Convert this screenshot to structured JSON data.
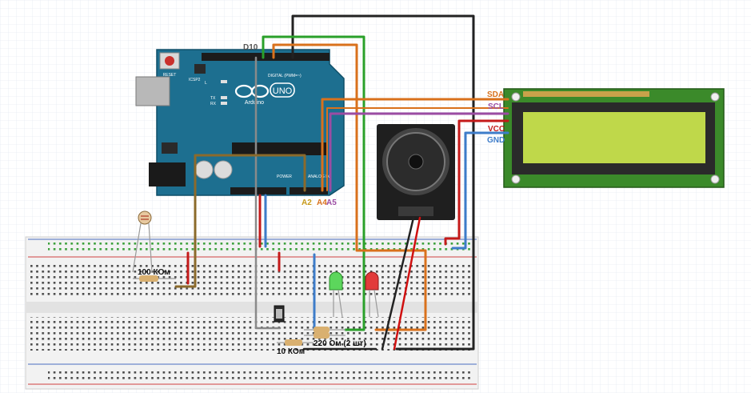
{
  "labels": {
    "pin_d10": "D10",
    "pin_a2": "A2",
    "pin_a4": "A4",
    "pin_a5": "A5",
    "sda": "SDA",
    "scl": "SCL",
    "vcc": "VCC",
    "gnd": "GND",
    "r_100k": "100 КОм",
    "r_220": "220 Ом (2 шт)",
    "r_10k": "10 КОм"
  },
  "arduino": {
    "brand": "Arduino",
    "model": "UNO",
    "reset": "RESET",
    "icsp": "ICSP2",
    "led_l": "L",
    "led_tx": "TX",
    "led_rx": "RX",
    "digital": "DIGITAL (PWM=~)",
    "power": "POWER",
    "analog": "ANALOG IN"
  },
  "colors": {
    "board": "#1d6f90",
    "lcd_pcb": "#3b8a2a",
    "lcd_screen": "#bfd84a",
    "wire_orange": "#d9711c",
    "wire_purple": "#9b4ca3",
    "wire_red": "#c41a1a",
    "wire_blue": "#3d7cc9",
    "wire_green": "#2aa02a",
    "wire_black": "#222222",
    "wire_brown": "#8b6a2b",
    "wire_grey": "#8a8a8a"
  }
}
